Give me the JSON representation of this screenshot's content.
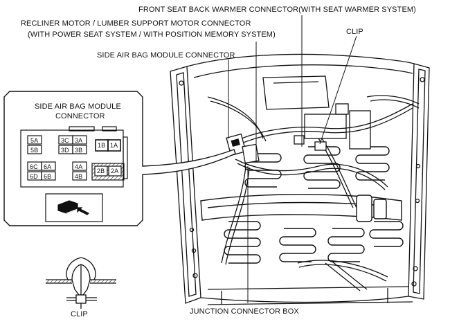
{
  "callouts": {
    "front_seat_back_warmer": "FRONT SEAT BACK WARMER CONNECTOR(WITH SEAT WARMER SYSTEM)",
    "recliner_line1": "RECLINER MOTOR / LUMBER SUPPORT MOTOR CONNECTOR",
    "recliner_line2": "(WITH POWER SEAT SYSTEM / WITH POSITION MEMORY SYSTEM)",
    "clip_top": "CLIP",
    "side_air_bag_module_connector": "SIDE AIR BAG MODULE CONNECTOR",
    "junction_connector_box": "JUNCTION CONNECTOR BOX",
    "clip_bottom": "CLIP"
  },
  "inset": {
    "title_line1": "SIDE AIR BAG MODULE",
    "title_line2": "CONNECTOR",
    "pins": {
      "p5A": "5A",
      "p5B": "5B",
      "p3C": "3C",
      "p3A": "3A",
      "p3D": "3D",
      "p3B": "3B",
      "p1B": "1B",
      "p1A": "1A",
      "p6C": "6C",
      "p6A": "6A",
      "p6D": "6D",
      "p6B": "6B",
      "p4A": "4A",
      "p4B": "4B",
      "p2B": "2B",
      "p2A": "2A"
    }
  }
}
